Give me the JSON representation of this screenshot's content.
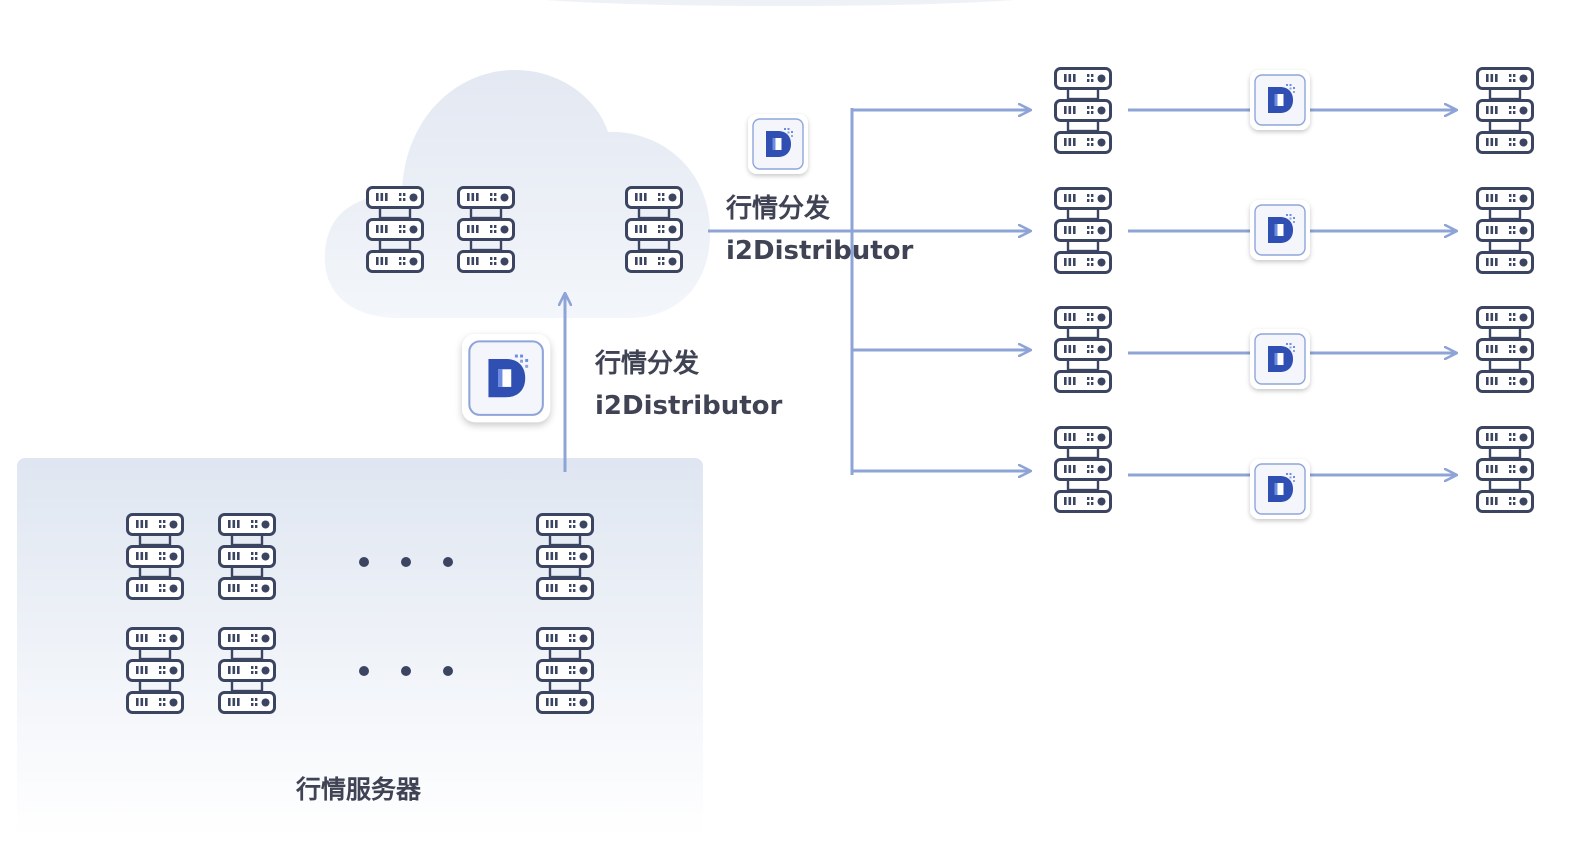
{
  "diagram": {
    "server_group_label": "行情服务器",
    "distributor_label_cn": "行情分发",
    "distributor_label_en": "i2Distributor",
    "ellipsis": "• • •",
    "colors": {
      "server_stroke": "#3b4561",
      "server_fill": "#ffffff",
      "arrow": "#8ea4d6",
      "logo_dark": "#2f4fb3",
      "logo_light": "#6d8ce3",
      "cloud": "#e8edf5",
      "panel": "#e3e9f3"
    },
    "icons": [
      "server-icon",
      "i2distributor-logo-icon",
      "cloud-shape",
      "arrow"
    ]
  }
}
